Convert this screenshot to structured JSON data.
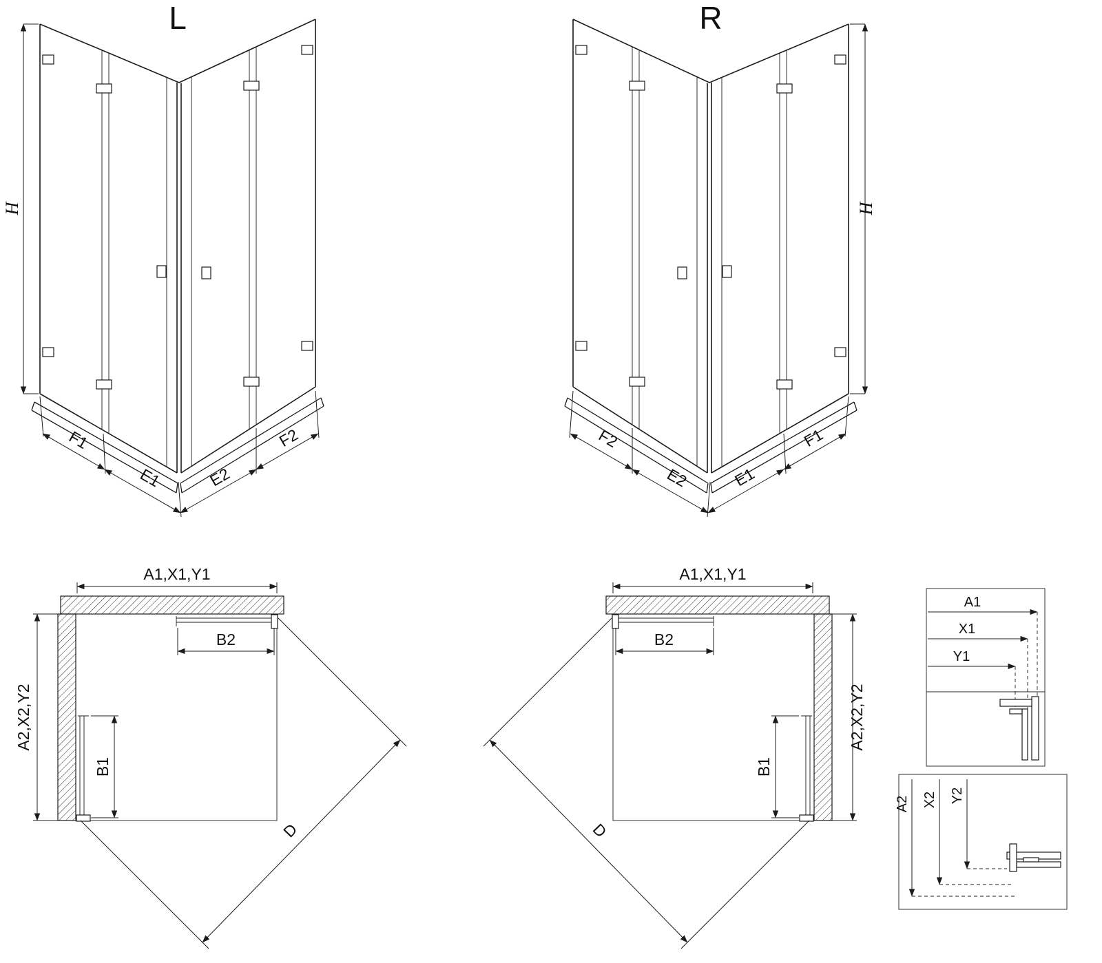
{
  "left_iso": {
    "label": "L",
    "dims": {
      "h": "H",
      "f1": "F1",
      "e1": "E1",
      "e2": "E2",
      "f2": "F2"
    }
  },
  "right_iso": {
    "label": "R",
    "dims": {
      "h": "H",
      "f1": "F1",
      "e1": "E1",
      "e2": "E2",
      "f2": "F2"
    }
  },
  "left_plan": {
    "top": "A1,X1,Y1",
    "side": "A2,X2,Y2",
    "b1": "B1",
    "b2": "B2",
    "d": "D"
  },
  "right_plan": {
    "top": "A1,X1,Y1",
    "side": "A2,X2,Y2",
    "b1": "B1",
    "b2": "B2",
    "d": "D"
  },
  "detail_top": {
    "a1": "A1",
    "x1": "X1",
    "y1": "Y1"
  },
  "detail_bottom": {
    "a2": "A2",
    "x2": "X2",
    "y2": "Y2"
  }
}
